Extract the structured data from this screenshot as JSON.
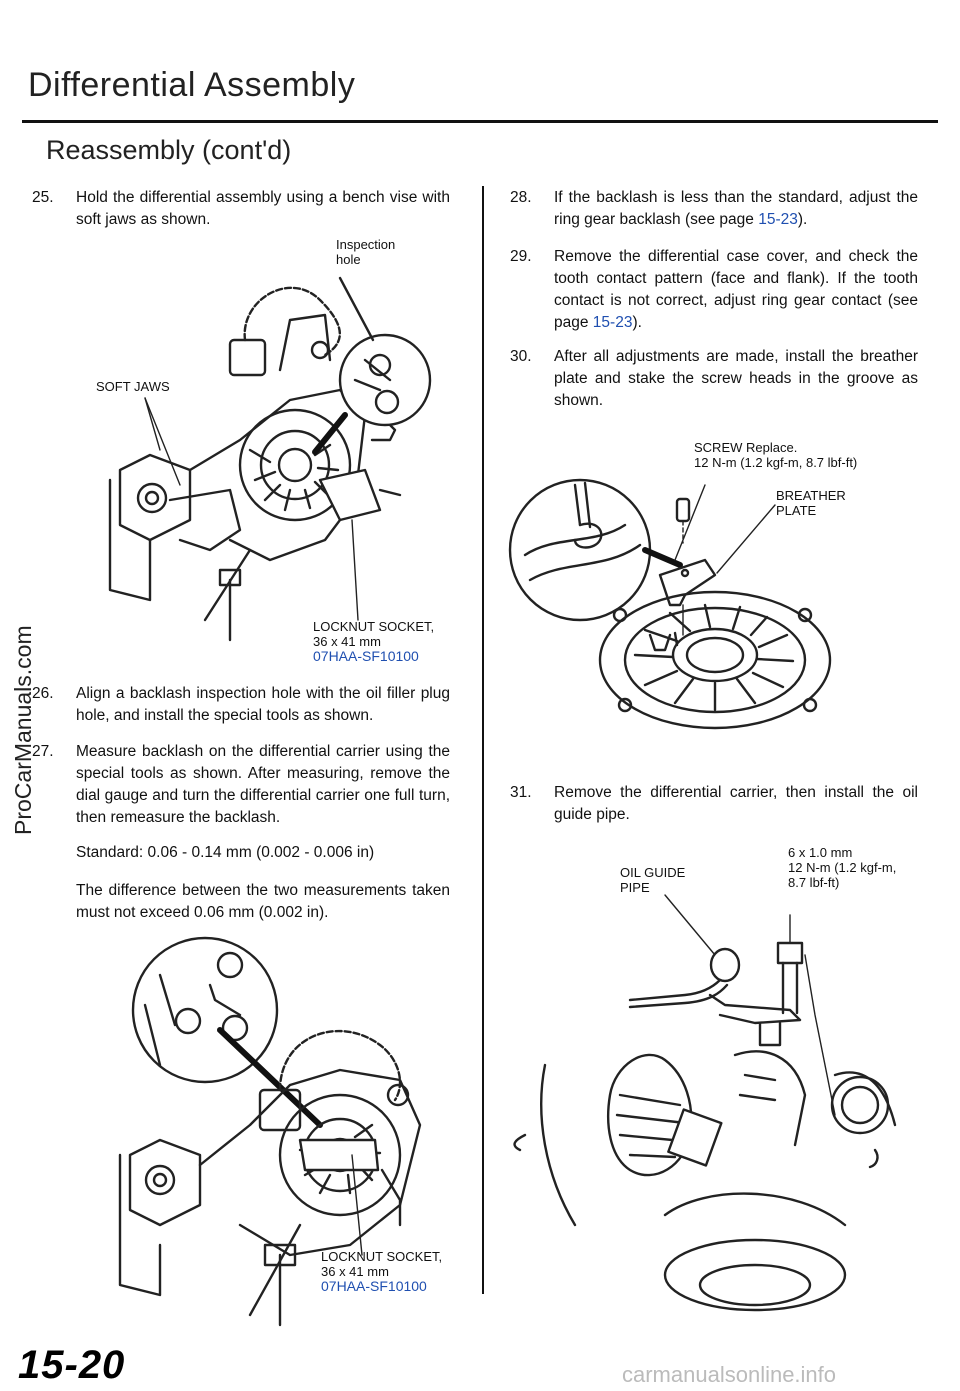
{
  "header": {
    "title": "Differential Assembly",
    "section": "Reassembly (cont'd)"
  },
  "steps": [
    {
      "num": "25.",
      "text": "Hold the differential assembly using a bench vise with soft jaws as shown."
    },
    {
      "num": "26.",
      "text": "Align a backlash inspection hole with the oil filler plug hole, and install the special tools as shown."
    },
    {
      "num": "27.",
      "text": "Measure backlash on the differential carrier using the special tools as shown. After measuring, remove the dial gauge and turn the differential carrier one full turn, then remeasure the backlash."
    },
    {
      "num": "28.",
      "text": "If the backlash is less than the standard, adjust the ring gear backlash (see page ",
      "link": "15-23",
      "after": ")."
    },
    {
      "num": "29.",
      "text": "Remove the differential case cover, and check the tooth contact pattern (face and flank). If the tooth contact is not correct, adjust ring gear contact (see page ",
      "link": "15-23",
      "after": ")."
    },
    {
      "num": "30.",
      "text": "After all adjustments are made, install the breather plate and stake the screw heads in the groove as shown."
    },
    {
      "num": "31.",
      "text": "Remove the differential carrier, then install the oil guide pipe."
    }
  ],
  "standard": "Standard: 0.06 - 0.14 mm (0.002 - 0.006 in)",
  "difference_note": "The difference between the two measurements taken must not exceed 0.06 mm (0.002 in).",
  "callouts": {
    "inspection_hole": [
      "Inspection",
      "hole"
    ],
    "soft_jaws": "SOFT JAWS",
    "locknut_1": {
      "name": "LOCKNUT SOCKET,",
      "size": "36 x 41 mm",
      "part": "07HAA-SF10100"
    },
    "locknut_2": {
      "name": "LOCKNUT SOCKET,",
      "size": "36 x 41 mm",
      "part": "07HAA-SF10100"
    },
    "screw": {
      "name": "SCREW Replace.",
      "torque": "12 N-m (1.2 kgf-m, 8.7 lbf-ft)"
    },
    "breather": [
      "BREATHER",
      "PLATE"
    ],
    "oil_guide": [
      "OIL GUIDE",
      "PIPE"
    ],
    "bolt": [
      "6 x 1.0 mm",
      "12 N-m (1.2 kgf-m,",
      "8.7 lbf-ft)"
    ]
  },
  "watermark": "ProCarManuals.com",
  "page_number": "15-20",
  "footer_site": "carmanualsonline.info"
}
